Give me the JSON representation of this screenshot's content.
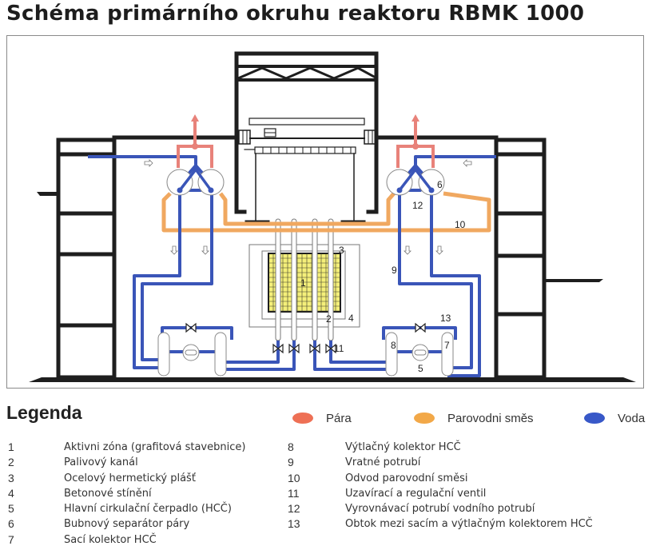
{
  "title": "Schéma primárního okruhu reaktoru RBMK 1000",
  "diagram": {
    "callouts": [
      "1",
      "2",
      "3",
      "4",
      "5",
      "6",
      "7",
      "8",
      "9",
      "10",
      "11",
      "12",
      "13"
    ],
    "colors": {
      "steam": "#e8827a",
      "mixture": "#f0a860",
      "water": "#3a55b8",
      "structure": "#1e1e1e",
      "core": "#f4ef7a"
    }
  },
  "legend": {
    "title": "Legenda",
    "swatches": [
      {
        "label": "Pára",
        "color": "#ee7055"
      },
      {
        "label": "Parovodni směs",
        "color": "#f2a848"
      },
      {
        "label": "Voda",
        "color": "#3858c8"
      }
    ],
    "items": [
      {
        "num": "1",
        "label": "Aktivni zóna (grafitová stavebnice)"
      },
      {
        "num": "2",
        "label": "Palivový kanál"
      },
      {
        "num": "3",
        "label": "Ocelový hermetický plášť"
      },
      {
        "num": "4",
        "label": "Betonové stínění"
      },
      {
        "num": "5",
        "label": "Hlavní cirkulační čerpadlo (HCČ)"
      },
      {
        "num": "6",
        "label": "Bubnový separátor páry"
      },
      {
        "num": "7",
        "label": "Sací kolektor HCČ"
      },
      {
        "num": "8",
        "label": "Výtlačný kolektor HCČ"
      },
      {
        "num": "9",
        "label": "Vratné potrubí"
      },
      {
        "num": "10",
        "label": "Odvod parovodní směsi"
      },
      {
        "num": "11",
        "label": "Uzavírací a regulační ventil"
      },
      {
        "num": "12",
        "label": "Vyrovnávací potrubí vodního potrubí"
      },
      {
        "num": "13",
        "label": "Obtok mezi sacím a výtlačným kolektorem HCČ"
      }
    ]
  }
}
